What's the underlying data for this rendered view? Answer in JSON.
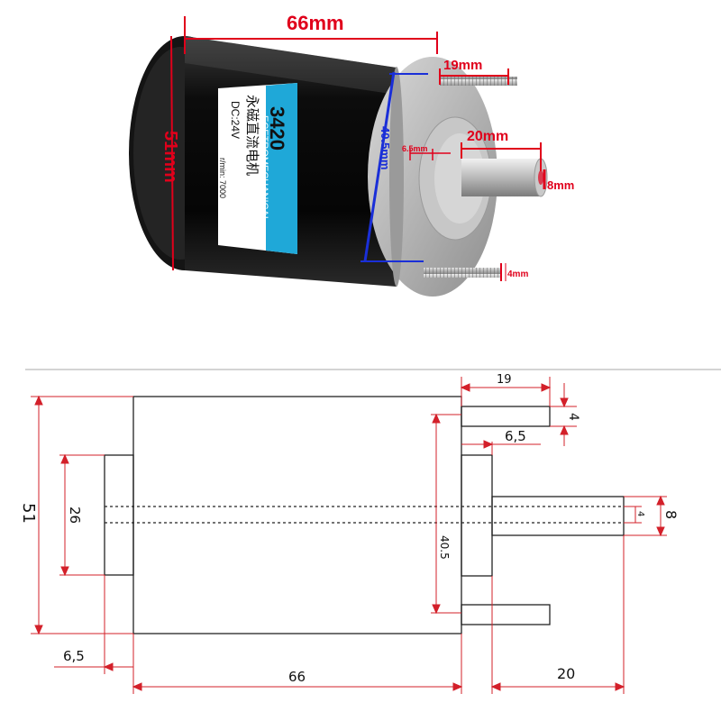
{
  "photo": {
    "dim_length": "66mm",
    "dim_diameter": "51mm",
    "dim_boss": "40.5mm",
    "dim_stud": "19mm",
    "dim_shaft": "20mm",
    "dim_shaft_diam": "8mm",
    "dim_stud_diam": "4mm",
    "dim_step": "6.5mm",
    "label": {
      "model": "3420",
      "brand": "ECETROMECHANICAL",
      "chinese": "永磁直流电机",
      "voltage": "DC:24V",
      "speed": "r/min: 7000"
    },
    "colors": {
      "red": "#e0001b",
      "blue": "#1a2fd8",
      "label_blue": "#1fa8d8"
    }
  },
  "drawing": {
    "dim_19": "19",
    "dim_4_stud": "4",
    "dim_65_top": "6,5",
    "dim_51": "51",
    "dim_26": "26",
    "dim_405": "40.5",
    "dim_4_shaft": "4",
    "dim_8": "8",
    "dim_65_bottom": "6,5",
    "dim_66": "66",
    "dim_20": "20"
  }
}
